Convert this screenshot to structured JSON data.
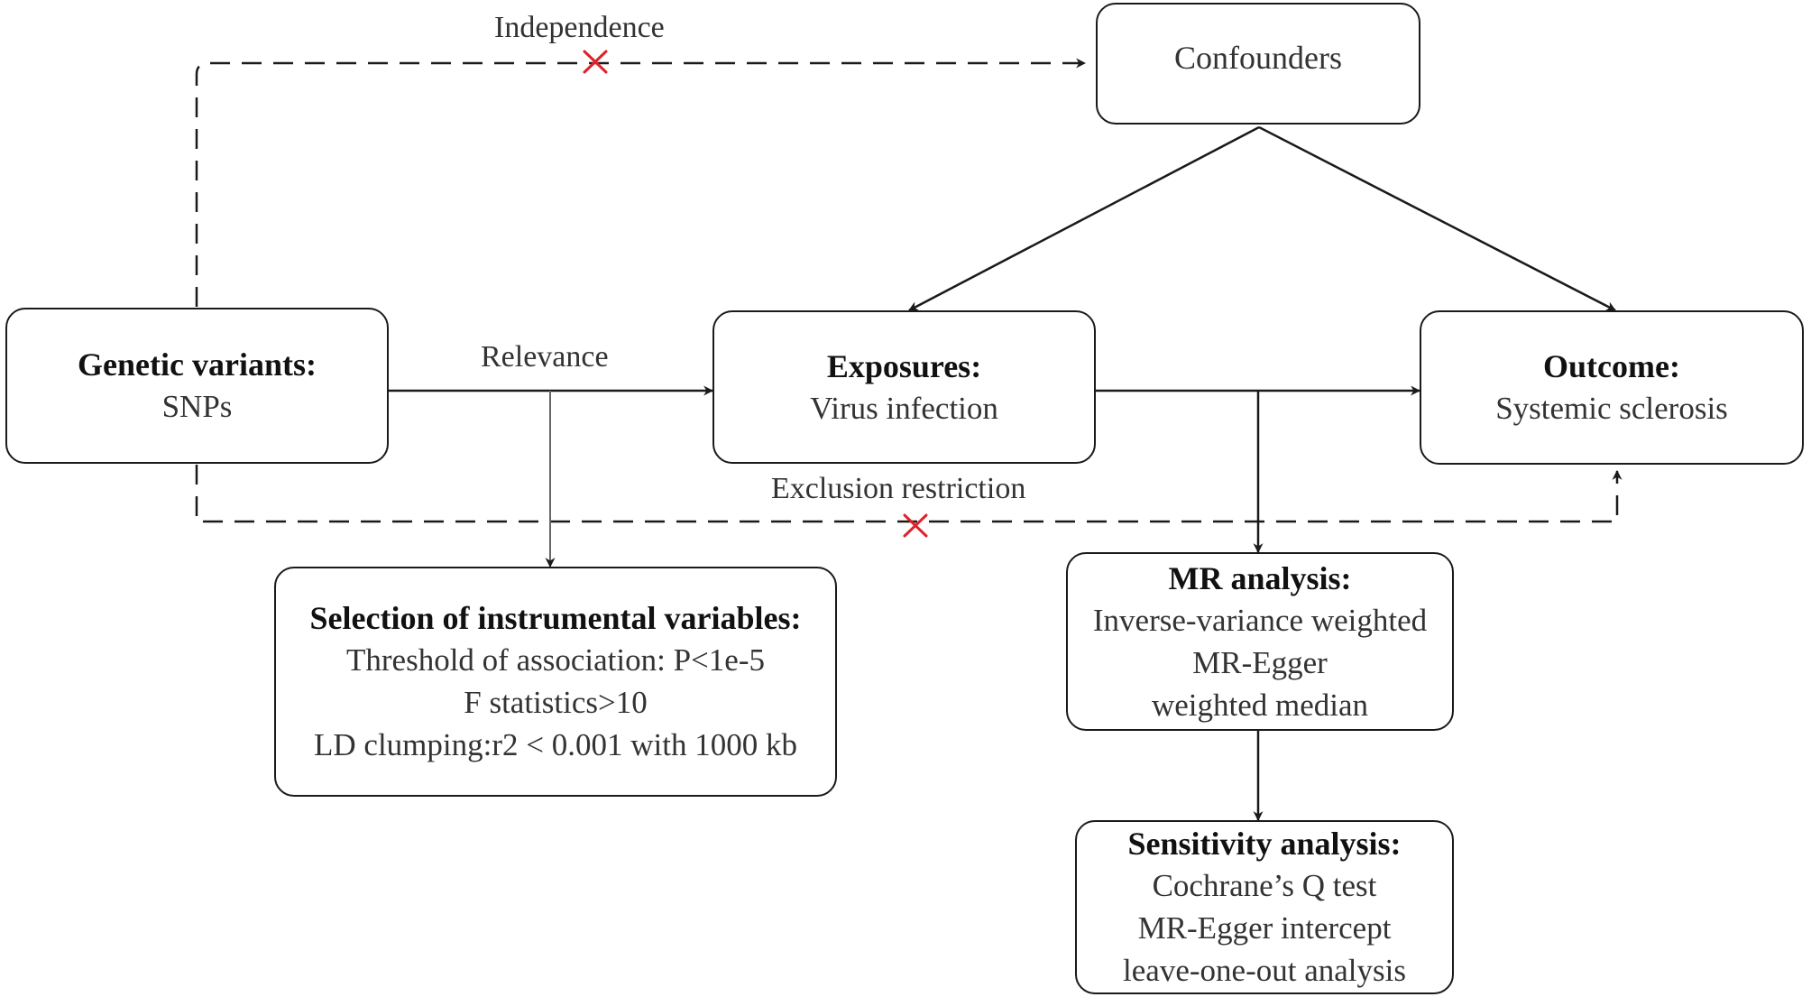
{
  "nodes": {
    "genetic": {
      "title": "Genetic variants:",
      "line1": "SNPs"
    },
    "exposures": {
      "title": "Exposures:",
      "line1": "Virus infection"
    },
    "outcome": {
      "title": "Outcome:",
      "line1": "Systemic sclerosis"
    },
    "confounders": {
      "label": "Confounders"
    },
    "selection": {
      "title": "Selection of instrumental variables:",
      "lines": [
        "Threshold of association: P<1e-5",
        "F statistics>10",
        "LD clumping:r2 < 0.001 with 1000 kb"
      ]
    },
    "mr": {
      "title": "MR analysis:",
      "lines": [
        "Inverse-variance weighted",
        "MR-Egger",
        "weighted median"
      ]
    },
    "sensitivity": {
      "title": "Sensitivity analysis:",
      "lines": [
        "Cochrane’s Q test",
        "MR-Egger intercept",
        "leave-one-out analysis"
      ]
    }
  },
  "edge_labels": {
    "independence": "Independence",
    "relevance": "Relevance",
    "exclusion": "Exclusion restriction"
  },
  "colors": {
    "line": "#1a1a1a",
    "cross": "#e0202a"
  }
}
